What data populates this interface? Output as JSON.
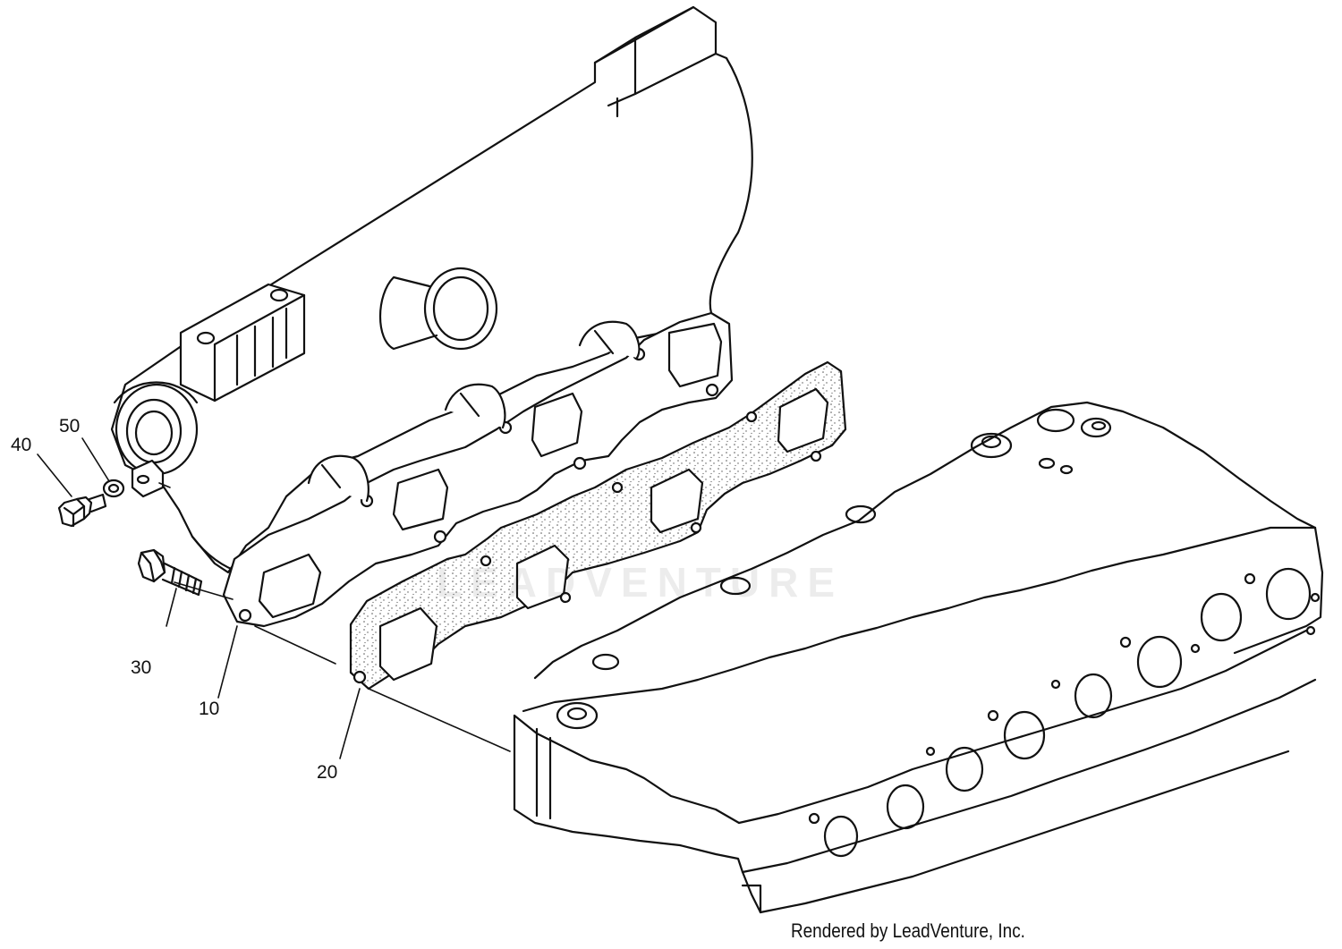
{
  "callouts": {
    "c10": "10",
    "c20": "20",
    "c30": "30",
    "c40": "40",
    "c50": "50"
  },
  "footer": {
    "credit": "Rendered by LeadVenture, Inc."
  },
  "watermark": {
    "text": "LEADVENTURE"
  },
  "colors": {
    "line": "#111111",
    "background": "#ffffff",
    "gasket_texture": "#555555"
  }
}
